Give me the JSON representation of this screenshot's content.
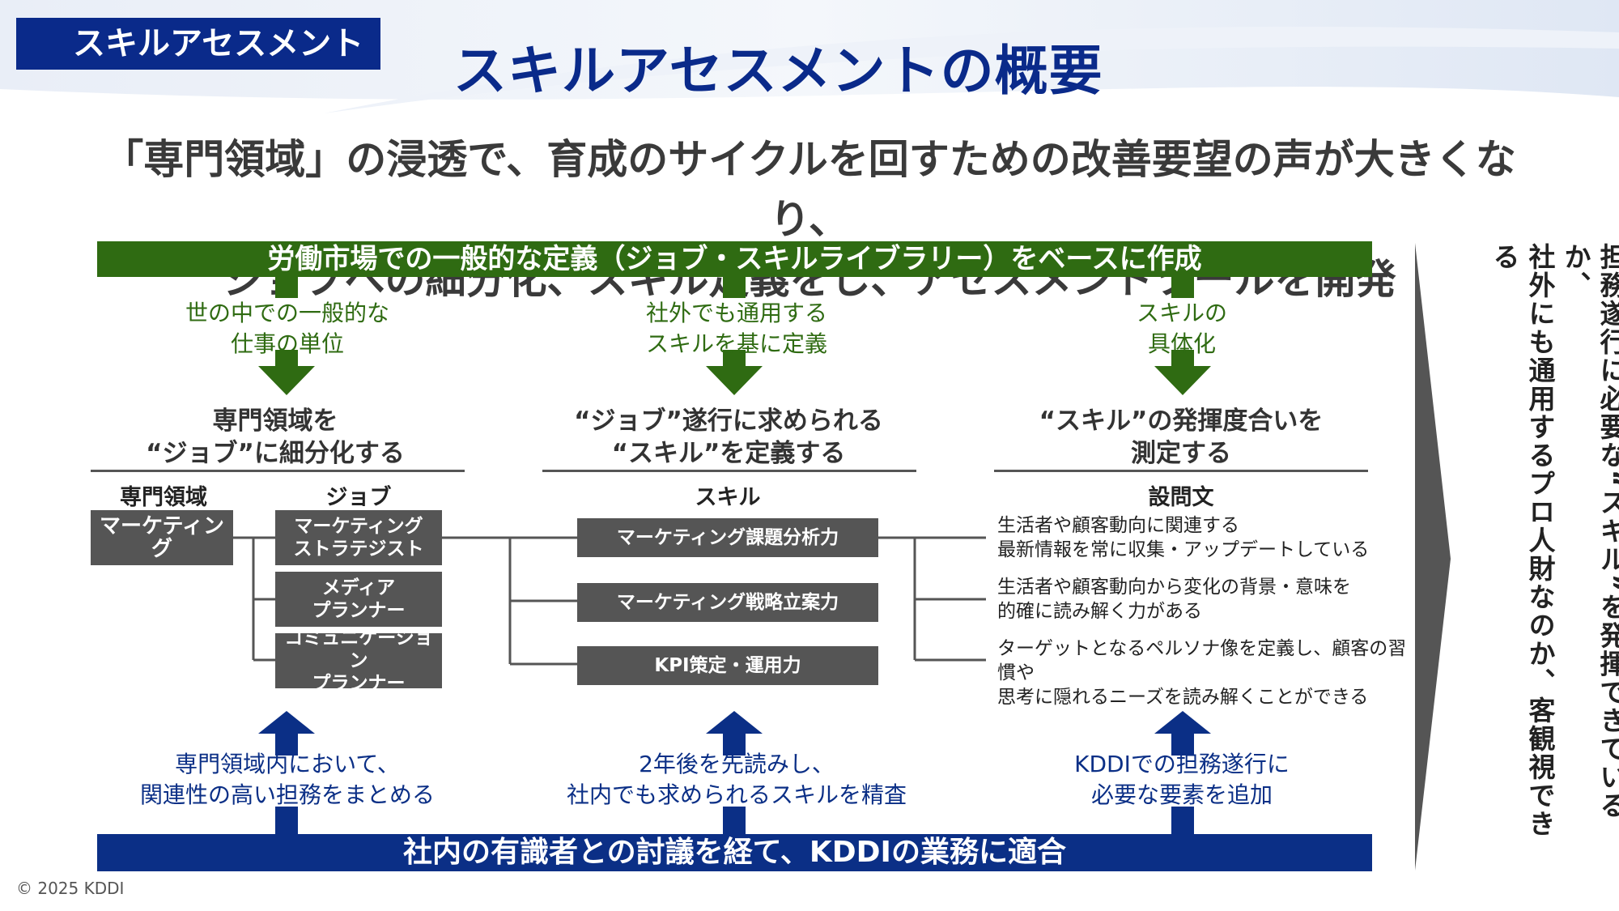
{
  "section_tag": "スキルアセスメント",
  "title": "スキルアセスメントの概要",
  "headline": {
    "line1": "「専門領域」の浸透で、育成のサイクルを回すための改善要望の声が大きくなり、",
    "line2": "ジョブへの細分化、スキル定義をし、アセスメントツールを開発"
  },
  "top_band": "労働市場での一般的な定義（ジョブ・スキルライブラリー）をベースに作成",
  "bottom_band": "社内の有識者との討議を経て、KDDIの業務に適合",
  "columns": [
    {
      "green_note": [
        "世の中での一般的な",
        "仕事の単位"
      ],
      "title": [
        "専門領域を",
        "“ジョブ”に細分化する"
      ],
      "blue_note": [
        "専門領域内において、",
        "関連性の高い担務をまとめる"
      ]
    },
    {
      "green_note": [
        "社外でも通用する",
        "スキルを基に定義"
      ],
      "title": [
        "“ジョブ”遂行に求められる",
        "“スキル”を定義する"
      ],
      "blue_note": [
        "2年後を先読みし、",
        "社内でも求められるスキルを精査"
      ]
    },
    {
      "green_note": [
        "スキルの",
        "具体化"
      ],
      "title": [
        "“スキル”の発揮度合いを",
        "測定する"
      ],
      "blue_note": [
        "KDDIでの担務遂行に",
        "必要な要素を追加"
      ]
    }
  ],
  "headers": {
    "domain": "専門領域",
    "job": "ジョブ",
    "skill": "スキル",
    "question": "設問文"
  },
  "domain_item": "マーケティング",
  "jobs": [
    [
      "マーケティング",
      "ストラテジスト"
    ],
    [
      "メディア",
      "プランナー"
    ],
    [
      "コミュニケーション",
      "プランナー"
    ]
  ],
  "skills": [
    "マーケティング課題分析力",
    "マーケティング戦略立案力",
    "KPI策定・運用力"
  ],
  "questions": [
    [
      "生活者や顧客動向に関連する",
      "最新情報を常に収集・アップデートしている"
    ],
    [
      "生活者や顧客動向から変化の背景・意味を",
      "的確に読み解く力がある"
    ],
    [
      "ターゲットとなるペルソナ像を定義し、顧客の習慣や",
      "思考に隠れるニーズを読み解くことができる"
    ]
  ],
  "side_message": [
    "担務遂行に必要な“スキル”を発揮できているか、",
    "社外にも通用するプロ人財なのか、客観視できる"
  ],
  "copyright": "© 2025 KDDI",
  "colors": {
    "green": "#2f6b12",
    "navy": "#0b2f86",
    "gray_box": "#555555",
    "title_blue": "#0a2a8a"
  }
}
